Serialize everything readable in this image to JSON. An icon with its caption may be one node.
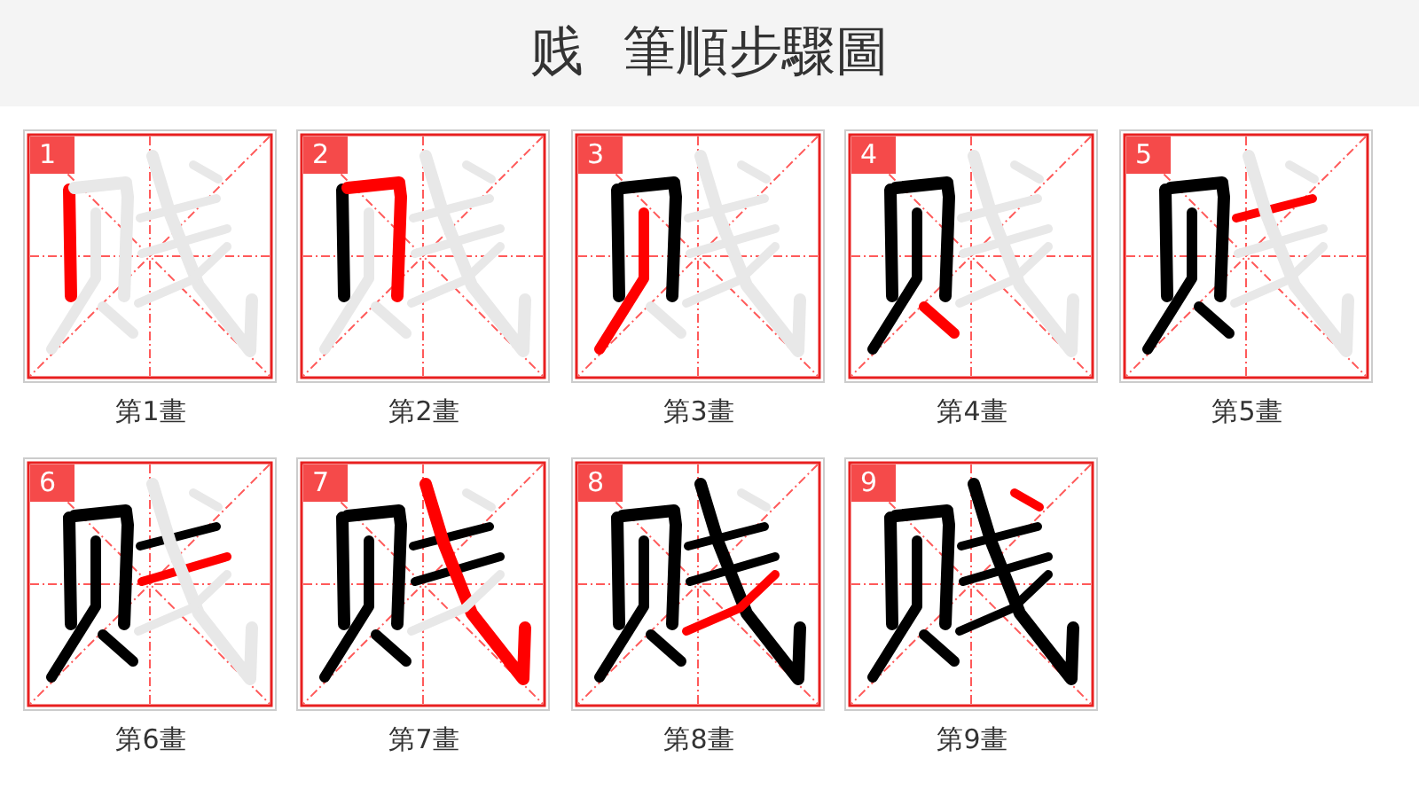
{
  "diagram": {
    "title": "贱 筆順步驟圖",
    "nodes": [
      {
        "text": [
          "1"
        ],
        "beside": [
          "第1畫"
        ]
      },
      {
        "text": [
          "2"
        ],
        "beside": [
          "第2畫"
        ]
      },
      {
        "text": [
          "3"
        ],
        "beside": [
          "第3畫"
        ]
      },
      {
        "text": [
          "4"
        ],
        "beside": [
          "第4畫"
        ]
      },
      {
        "text": [
          "5"
        ],
        "beside": [
          "第5畫"
        ]
      },
      {
        "text": [
          "6"
        ],
        "beside": [
          "第6畫"
        ]
      },
      {
        "text": [
          "7"
        ],
        "beside": [
          "第7畫"
        ]
      },
      {
        "text": [
          "8"
        ],
        "beside": [
          "第8畫"
        ]
      },
      {
        "text": [
          "9"
        ],
        "beside": [
          "第9畫"
        ]
      }
    ]
  }
}
